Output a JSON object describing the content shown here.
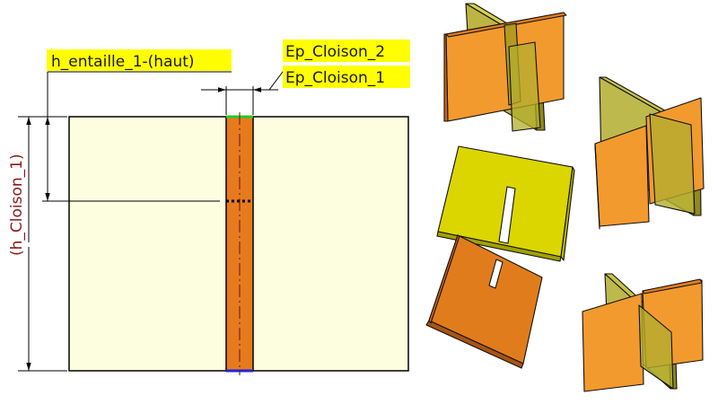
{
  "labels": {
    "h_entaille": "h_entaille_1-(haut)",
    "ep_cloison_2": "Ep_Cloison_2",
    "ep_cloison_1": "Ep_Cloison_1",
    "h_cloison": "(h_Cloison_1)"
  },
  "colors": {
    "label_bg": "#ffff00",
    "panel_fill": "#fdfde0",
    "slot_fill": "#e87a1e",
    "slot_top_marker": "#22cc22",
    "slot_bottom_marker": "#2222dd",
    "dimension_text": "#8b1a1a",
    "orange_face": "#f39a2e",
    "orange_side": "#c9661a",
    "yellow_face": "#dbd600",
    "translucent_olive": "#b3ad2e"
  }
}
